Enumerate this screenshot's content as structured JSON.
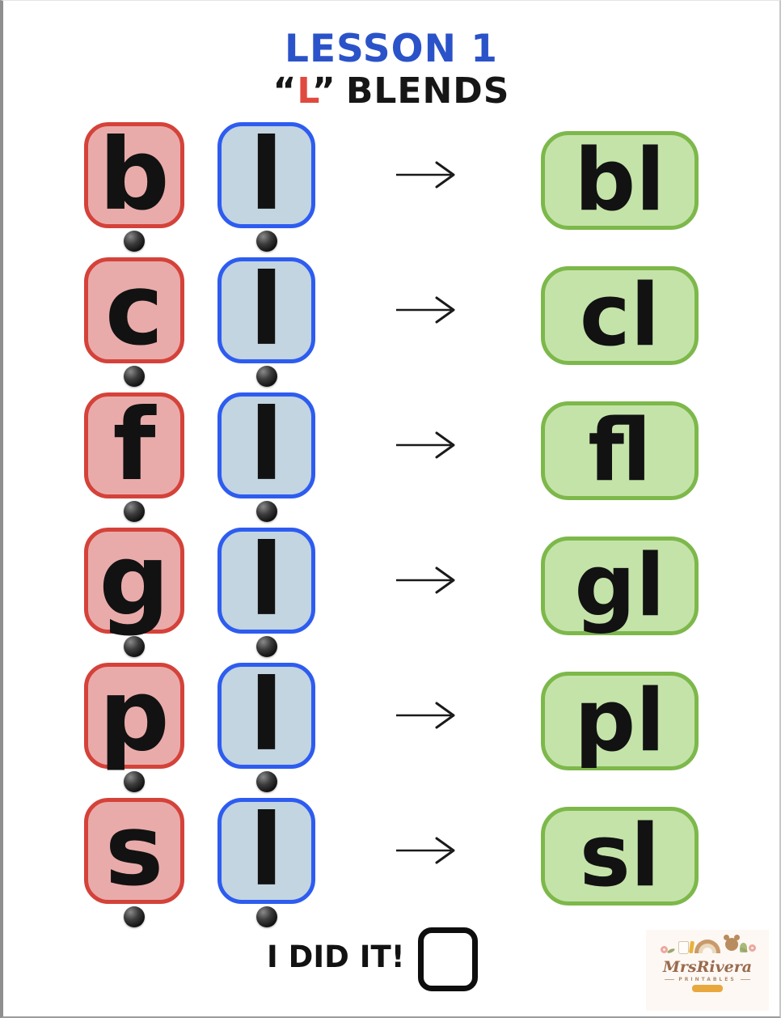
{
  "page": {
    "title": "LESSON 1",
    "subtitle": {
      "open_quote": "“",
      "letter": "L",
      "close_quote": "”",
      "word": "BLENDS"
    }
  },
  "rows": [
    {
      "consonant": "b",
      "liquid": "l",
      "blend": "bl"
    },
    {
      "consonant": "c",
      "liquid": "l",
      "blend": "cl"
    },
    {
      "consonant": "f",
      "liquid": "l",
      "blend": "fl"
    },
    {
      "consonant": "g",
      "liquid": "l",
      "blend": "gl"
    },
    {
      "consonant": "p",
      "liquid": "l",
      "blend": "pl"
    },
    {
      "consonant": "s",
      "liquid": "l",
      "blend": "sl"
    }
  ],
  "footer": {
    "completion_label": "I DID IT!"
  },
  "logo": {
    "name": "MrsRivera",
    "tagline": "PRINTABLES"
  },
  "icons": {
    "arrow": "arrow-right-icon",
    "bead": "drag-bead-dot",
    "checkbox": "did-it-checkbox"
  },
  "colors": {
    "title_blue": "#2b53c9",
    "accent_red": "#e0493f",
    "consonant_fill": "#e9abaa",
    "consonant_border": "#d4423a",
    "liquid_fill": "#c2d5e0",
    "liquid_border": "#2e5cf0",
    "blend_fill": "#c4e3a9",
    "blend_border": "#7db84a",
    "ink": "#121212"
  }
}
